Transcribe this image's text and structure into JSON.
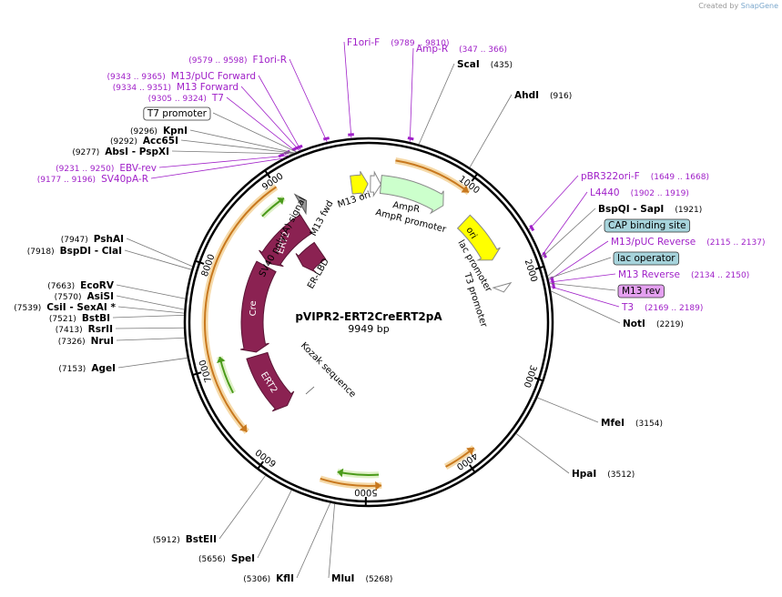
{
  "watermark": {
    "prefix": "Created by",
    "brand": "SnapGene"
  },
  "plasmid": {
    "name": "pVIPR2-ERT2CreERT2pA",
    "length_label": "9949 bp",
    "length": 9949
  },
  "ticks": [
    {
      "label": "1000",
      "pos": 1000
    },
    {
      "label": "2000",
      "pos": 2000
    },
    {
      "label": "3000",
      "pos": 3000
    },
    {
      "label": "4000",
      "pos": 4000
    },
    {
      "label": "5000",
      "pos": 5000
    },
    {
      "label": "6000",
      "pos": 6000
    },
    {
      "label": "7000",
      "pos": 7000
    },
    {
      "label": "8000",
      "pos": 8000
    },
    {
      "label": "9000",
      "pos": 9000
    }
  ],
  "labels": [
    {
      "id": "f1ori-f",
      "side": "R",
      "anchor": "start",
      "color": "#a020c8",
      "coord": "(9789 .. 9810)",
      "name": "F1ori-F",
      "bold": false
    },
    {
      "id": "amp-r",
      "side": "R",
      "anchor": "start",
      "color": "#a020c8",
      "coord": "(347 .. 366)",
      "name": "Amp-R",
      "bold": false
    },
    {
      "id": "f1ori-r",
      "side": "L",
      "anchor": "end",
      "color": "#a020c8",
      "coord": "(9579 .. 9598)",
      "name": "F1ori-R",
      "bold": false
    },
    {
      "id": "scai",
      "side": "R",
      "anchor": "start",
      "color": "#000",
      "coord": "(435)",
      "name": "ScaI",
      "bold": true
    },
    {
      "id": "m13puc-fwd",
      "side": "L",
      "anchor": "end",
      "color": "#a020c8",
      "coord": "(9343 .. 9365)",
      "name": "M13/pUC Forward",
      "bold": false
    },
    {
      "id": "m13-fwd",
      "side": "L",
      "anchor": "end",
      "color": "#a020c8",
      "coord": "(9334 .. 9351)",
      "name": "M13 Forward",
      "bold": false
    },
    {
      "id": "ahdi",
      "side": "R",
      "anchor": "start",
      "color": "#000",
      "coord": "(916)",
      "name": "AhdI",
      "bold": true
    },
    {
      "id": "t7",
      "side": "L",
      "anchor": "end",
      "color": "#a020c8",
      "coord": "(9305 .. 9324)",
      "name": "T7",
      "bold": false
    },
    {
      "id": "t7-promoter",
      "side": "L",
      "anchor": "end",
      "color": "#000",
      "coord": "",
      "name": "T7 promoter",
      "bold": false,
      "box": "#ffffff"
    },
    {
      "id": "kpni",
      "side": "L",
      "anchor": "end",
      "color": "#000",
      "coord": "(9296)",
      "name": "KpnI",
      "bold": true
    },
    {
      "id": "acc65i",
      "side": "L",
      "anchor": "end",
      "color": "#000",
      "coord": "(9292)",
      "name": "Acc65I",
      "bold": true
    },
    {
      "id": "absi",
      "side": "L",
      "anchor": "end",
      "color": "#000",
      "coord": "(9277)",
      "name": "AbsI  - PspXI",
      "bold": true
    },
    {
      "id": "ebv-rev",
      "side": "L",
      "anchor": "end",
      "color": "#a020c8",
      "coord": "(9231 .. 9250)",
      "name": "EBV-rev",
      "bold": false
    },
    {
      "id": "sv40pa-r",
      "side": "L",
      "anchor": "end",
      "color": "#a020c8",
      "coord": "(9177 .. 9196)",
      "name": "SV40pA-R",
      "bold": false
    },
    {
      "id": "pbr322ori-f",
      "side": "R",
      "anchor": "start",
      "color": "#a020c8",
      "coord": "(1649 .. 1668)",
      "name": "pBR322ori-F",
      "bold": false
    },
    {
      "id": "l4440",
      "side": "R",
      "anchor": "start",
      "color": "#a020c8",
      "coord": "(1902 .. 1919)",
      "name": "L4440",
      "bold": false
    },
    {
      "id": "bspqi",
      "side": "R",
      "anchor": "start",
      "color": "#000",
      "coord": "(1921)",
      "name": "BspQI  - SapI",
      "bold": true
    },
    {
      "id": "cap-site",
      "side": "R",
      "anchor": "start",
      "color": "#000",
      "coord": "",
      "name": "CAP binding site",
      "bold": false,
      "box": "#a7d4dc"
    },
    {
      "id": "m13puc-rev",
      "side": "R",
      "anchor": "start",
      "color": "#a020c8",
      "coord": "(2115 .. 2137)",
      "name": "M13/pUC Reverse",
      "bold": false
    },
    {
      "id": "lac-operator",
      "side": "R",
      "anchor": "start",
      "color": "#000",
      "coord": "",
      "name": "lac operator",
      "bold": false,
      "box": "#a7d4dc"
    },
    {
      "id": "m13-reverse",
      "side": "R",
      "anchor": "start",
      "color": "#a020c8",
      "coord": "(2134 .. 2150)",
      "name": "M13 Reverse",
      "bold": false
    },
    {
      "id": "m13-rev",
      "side": "R",
      "anchor": "start",
      "color": "#000",
      "coord": "",
      "name": "M13 rev",
      "bold": false,
      "box": "#e4a0f0"
    },
    {
      "id": "t3",
      "side": "R",
      "anchor": "start",
      "color": "#a020c8",
      "coord": "(2169 .. 2189)",
      "name": "T3",
      "bold": false
    },
    {
      "id": "noti",
      "side": "R",
      "anchor": "start",
      "color": "#000",
      "coord": "(2219)",
      "name": "NotI",
      "bold": true
    },
    {
      "id": "pshai",
      "side": "L",
      "anchor": "end",
      "color": "#000",
      "coord": "(7947)",
      "name": "PshAI",
      "bold": true
    },
    {
      "id": "bspdi",
      "side": "L",
      "anchor": "end",
      "color": "#000",
      "coord": "(7918)",
      "name": "BspDI  - ClaI",
      "bold": true
    },
    {
      "id": "ecorv",
      "side": "L",
      "anchor": "end",
      "color": "#000",
      "coord": "(7663)",
      "name": "EcoRV",
      "bold": true
    },
    {
      "id": "asisi",
      "side": "L",
      "anchor": "end",
      "color": "#000",
      "coord": "(7570)",
      "name": "AsiSI",
      "bold": true
    },
    {
      "id": "csii",
      "side": "L",
      "anchor": "end",
      "color": "#000",
      "coord": "(7539)",
      "name": "CsiI  - SexAI *",
      "bold": true
    },
    {
      "id": "bstbi",
      "side": "L",
      "anchor": "end",
      "color": "#000",
      "coord": "(7521)",
      "name": "BstBI",
      "bold": true
    },
    {
      "id": "rsrii",
      "side": "L",
      "anchor": "end",
      "color": "#000",
      "coord": "(7413)",
      "name": "RsrII",
      "bold": true
    },
    {
      "id": "trui",
      "side": "L",
      "anchor": "end",
      "color": "#000",
      "coord": "(7326)",
      "name": "NruI",
      "bold": true
    },
    {
      "id": "agei",
      "side": "L",
      "anchor": "end",
      "color": "#000",
      "coord": "(7153)",
      "name": "AgeI",
      "bold": true
    },
    {
      "id": "mfei",
      "side": "R",
      "anchor": "start",
      "color": "#000",
      "coord": "(3154)",
      "name": "MfeI",
      "bold": true
    },
    {
      "id": "hpai",
      "side": "R",
      "anchor": "start",
      "color": "#000",
      "coord": "(3512)",
      "name": "HpaI",
      "bold": true
    },
    {
      "id": "bsteii",
      "side": "L",
      "anchor": "end",
      "color": "#000",
      "coord": "(5912)",
      "name": "BstEII",
      "bold": true
    },
    {
      "id": "spei",
      "side": "L",
      "anchor": "end",
      "color": "#000",
      "coord": "(5656)",
      "name": "SpeI",
      "bold": true
    },
    {
      "id": "kfli",
      "side": "L",
      "anchor": "end",
      "color": "#000",
      "coord": "(5306)",
      "name": "KflI",
      "bold": true
    },
    {
      "id": "mlui",
      "side": "R",
      "anchor": "start",
      "color": "#000",
      "coord": "(5268)",
      "name": "MluI",
      "bold": true
    }
  ],
  "inner_labels": [
    {
      "id": "m13-ori",
      "text": "M13 ori"
    },
    {
      "id": "ampr",
      "text": "AmpR"
    },
    {
      "id": "ampr-promoter",
      "text": "AmpR promoter"
    },
    {
      "id": "ori",
      "text": "ori"
    },
    {
      "id": "lac-promoter",
      "text": "lac promoter"
    },
    {
      "id": "t3-promoter",
      "text": "T3 promoter"
    },
    {
      "id": "m13-fwd-inner",
      "text": "M13 fwd"
    },
    {
      "id": "sv40-signal",
      "text": "SV40 poly(A) signal"
    },
    {
      "id": "er-lbd",
      "text": "ER-LBD"
    },
    {
      "id": "ert2-a",
      "text": "ERT2"
    },
    {
      "id": "cre",
      "text": "Cre"
    },
    {
      "id": "ert2-b",
      "text": "ERT2"
    },
    {
      "id": "kozak",
      "text": "Kozak sequence"
    }
  ],
  "colors": {
    "primer": "#a020c8",
    "cds": "#8b2252",
    "origin": "#ffff00",
    "ampr": "#ccffcc",
    "orf": "#e6a23c",
    "orf_inner": "#5aa020",
    "backbone": "#000000"
  }
}
